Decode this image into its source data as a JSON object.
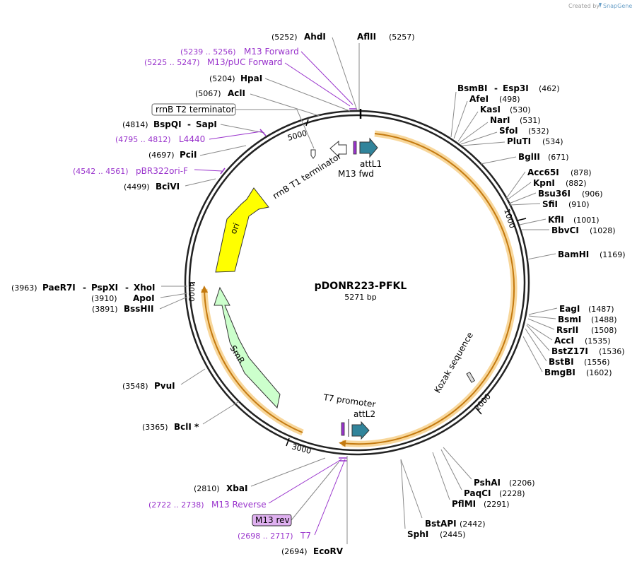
{
  "credit": {
    "prefix": "Created by",
    "brand": "SnapGene"
  },
  "plasmid": {
    "name": "pDONR223-PFKL",
    "length": "5271 bp"
  },
  "ticks": [
    "1000",
    "2000",
    "3000",
    "4000",
    "5000"
  ],
  "features": {
    "ori": "ori",
    "smr": "SmR",
    "rrnb_t1": "rrnB T1 terminator",
    "attl1": "attL1",
    "attl2": "attL2",
    "m13fwd": "M13 fwd",
    "t7_promoter": "T7 promoter",
    "kozak": "Kozak sequence",
    "rrnb_t2": "rrnB T2 terminator",
    "m13rev": "M13 rev"
  },
  "enzymes": {
    "ahdi": {
      "name": "AhdI",
      "pos": "(5252)"
    },
    "aflii": {
      "name": "AflII",
      "pos": "(5257)"
    },
    "hpai": {
      "name": "HpaI",
      "pos": "(5204)"
    },
    "acli": {
      "name": "AclI",
      "pos": "(5067)"
    },
    "bspqi": {
      "name": "BspQI",
      "sep": "-",
      "name2": "SapI",
      "pos": "(4814)"
    },
    "pcii": {
      "name": "PciI",
      "pos": "(4697)"
    },
    "bcivi": {
      "name": "BciVI",
      "pos": "(4499)"
    },
    "paer7i": {
      "name": "PaeR7I",
      "sep": "-",
      "name2": "PspXI",
      "sep2": "-",
      "name3": "XhoI",
      "pos": "(3963)"
    },
    "apoi": {
      "name": "ApoI",
      "pos": "(3910)"
    },
    "bsshii": {
      "name": "BssHII",
      "pos": "(3891)"
    },
    "pvui": {
      "name": "PvuI",
      "pos": "(3548)"
    },
    "bcli": {
      "name": "BclI *",
      "pos": "(3365)"
    },
    "xbai": {
      "name": "XbaI",
      "pos": "(2810)"
    },
    "ecorv": {
      "name": "EcoRV",
      "pos": "(2694)"
    },
    "bsmbi": {
      "name": "BsmBI",
      "sep": "-",
      "name2": "Esp3I",
      "pos": "(462)"
    },
    "afei": {
      "name": "AfeI",
      "pos": "(498)"
    },
    "kasi": {
      "name": "KasI",
      "pos": "(530)"
    },
    "nari": {
      "name": "NarI",
      "pos": "(531)"
    },
    "sfoi": {
      "name": "SfoI",
      "pos": "(532)"
    },
    "pluti": {
      "name": "PluTI",
      "pos": "(534)"
    },
    "bglii": {
      "name": "BglII",
      "pos": "(671)"
    },
    "acc65i": {
      "name": "Acc65I",
      "pos": "(878)"
    },
    "kpni": {
      "name": "KpnI",
      "pos": "(882)"
    },
    "bsu36i": {
      "name": "Bsu36I",
      "pos": "(906)"
    },
    "sfii": {
      "name": "SfiI",
      "pos": "(910)"
    },
    "kfli": {
      "name": "KflI",
      "pos": "(1001)"
    },
    "bbvci": {
      "name": "BbvCI",
      "pos": "(1028)"
    },
    "bamhi": {
      "name": "BamHI",
      "pos": "(1169)"
    },
    "eagi": {
      "name": "EagI",
      "pos": "(1487)"
    },
    "bsmi": {
      "name": "BsmI",
      "pos": "(1488)"
    },
    "rsrii": {
      "name": "RsrII",
      "pos": "(1508)"
    },
    "acci": {
      "name": "AccI",
      "pos": "(1535)"
    },
    "bstz17i": {
      "name": "BstZ17I",
      "pos": "(1536)"
    },
    "bstbi": {
      "name": "BstBI",
      "pos": "(1556)"
    },
    "bmgbi": {
      "name": "BmgBI",
      "pos": "(1602)"
    },
    "pshai": {
      "name": "PshAI",
      "pos": "(2206)"
    },
    "paqci": {
      "name": "PaqCI",
      "pos": "(2228)"
    },
    "pflmi": {
      "name": "PflMI",
      "pos": "(2291)"
    },
    "bstapi": {
      "name": "BstAPI",
      "pos": "(2442)"
    },
    "sphi": {
      "name": "SphI",
      "pos": "(2445)"
    }
  },
  "primers": {
    "m13fwd": {
      "name": "M13 Forward",
      "pos": "(5239 .. 5256)"
    },
    "m13puc": {
      "name": "M13/pUC Forward",
      "pos": "(5225 .. 5247)"
    },
    "l4440": {
      "name": "L4440",
      "pos": "(4795 .. 4812)"
    },
    "pbr322": {
      "name": "pBR322ori-F",
      "pos": "(4542 .. 4561)"
    },
    "m13rev": {
      "name": "M13 Reverse",
      "pos": "(2722 .. 2738)"
    },
    "t7": {
      "name": "T7",
      "pos": "(2698 .. 2717)"
    }
  },
  "colors": {
    "ori": "#ffff00",
    "smr": "#ccffcc",
    "att": "#31849b",
    "primer": "#9933cc",
    "orf_glow": "#f5c97a",
    "orf_line": "#c47a10",
    "backbone": "#222222"
  }
}
